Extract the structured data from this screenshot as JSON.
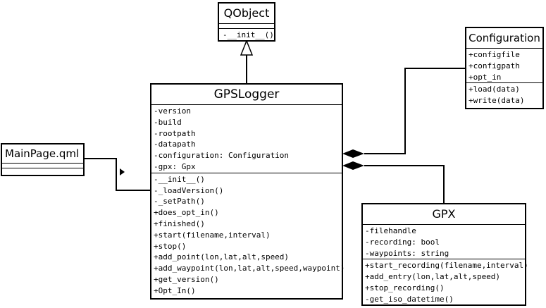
{
  "classes": {
    "qobject": {
      "name": "QObject",
      "attributes": [],
      "methods": [
        "-__init__()"
      ]
    },
    "configuration": {
      "name": "Configuration",
      "attributes": [
        "+configfile",
        "+configpath",
        "+opt_in"
      ],
      "methods": [
        "+load(data)",
        "+write(data)"
      ]
    },
    "gpslogger": {
      "name": "GPSLogger",
      "attributes": [
        "-version",
        "-build",
        "-rootpath",
        "-datapath",
        "-configuration: Configuration",
        "-gpx: Gpx"
      ],
      "methods": [
        "-__init__()",
        "-_loadVersion()",
        "-_setPath()",
        "+does_opt_in()",
        "+finished()",
        "+start(filename,interval)",
        "+stop()",
        "+add_point(lon,lat,alt,speed)",
        "+add_waypoint(lon,lat,alt,speed,waypoint)",
        "+get_version()",
        "+Opt_In()"
      ]
    },
    "mainpage": {
      "name": "MainPage.qml",
      "attributes": [],
      "methods": []
    },
    "gpx": {
      "name": "GPX",
      "attributes": [
        "-filehandle",
        "-recording: bool",
        "-waypoints: string"
      ],
      "methods": [
        "+start_recording(filename,interval)",
        "+add_entry(lon,lat,alt,speed)",
        "+stop_recording()",
        "-get_iso_datetime()"
      ]
    }
  },
  "relationships": [
    {
      "from": "gpslogger",
      "to": "qobject",
      "kind": "inheritance"
    },
    {
      "from": "configuration",
      "to": "gpslogger",
      "kind": "composition"
    },
    {
      "from": "gpx",
      "to": "gpslogger",
      "kind": "composition"
    },
    {
      "from": "mainpage",
      "to": "gpslogger",
      "kind": "association"
    }
  ]
}
